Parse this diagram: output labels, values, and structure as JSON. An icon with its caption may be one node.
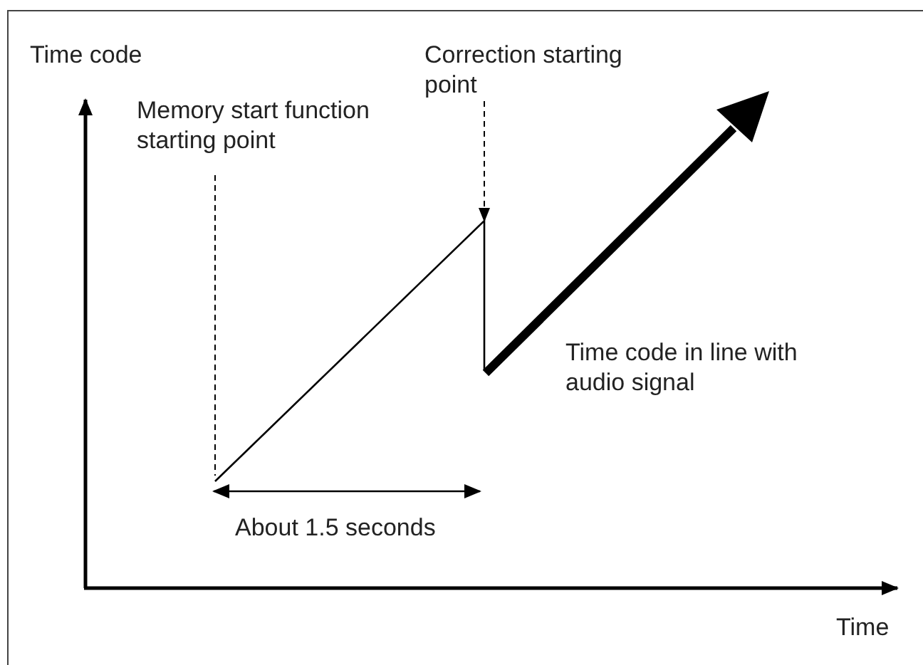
{
  "diagram": {
    "nodes": [
      {
        "text": [
          "Memory start function starting point"
        ]
      },
      {
        "text": [
          "Correction starting point"
        ]
      }
    ],
    "edges": [
      {
        "from": 0,
        "to": null,
        "arrow": "none",
        "style": "dashed"
      },
      {
        "from": 1,
        "to": null,
        "arrow": "to",
        "style": "dashed"
      }
    ],
    "labels": [
      "Time code",
      "Time code in line with audio signal",
      "About 1.5 seconds",
      "Time"
    ]
  }
}
